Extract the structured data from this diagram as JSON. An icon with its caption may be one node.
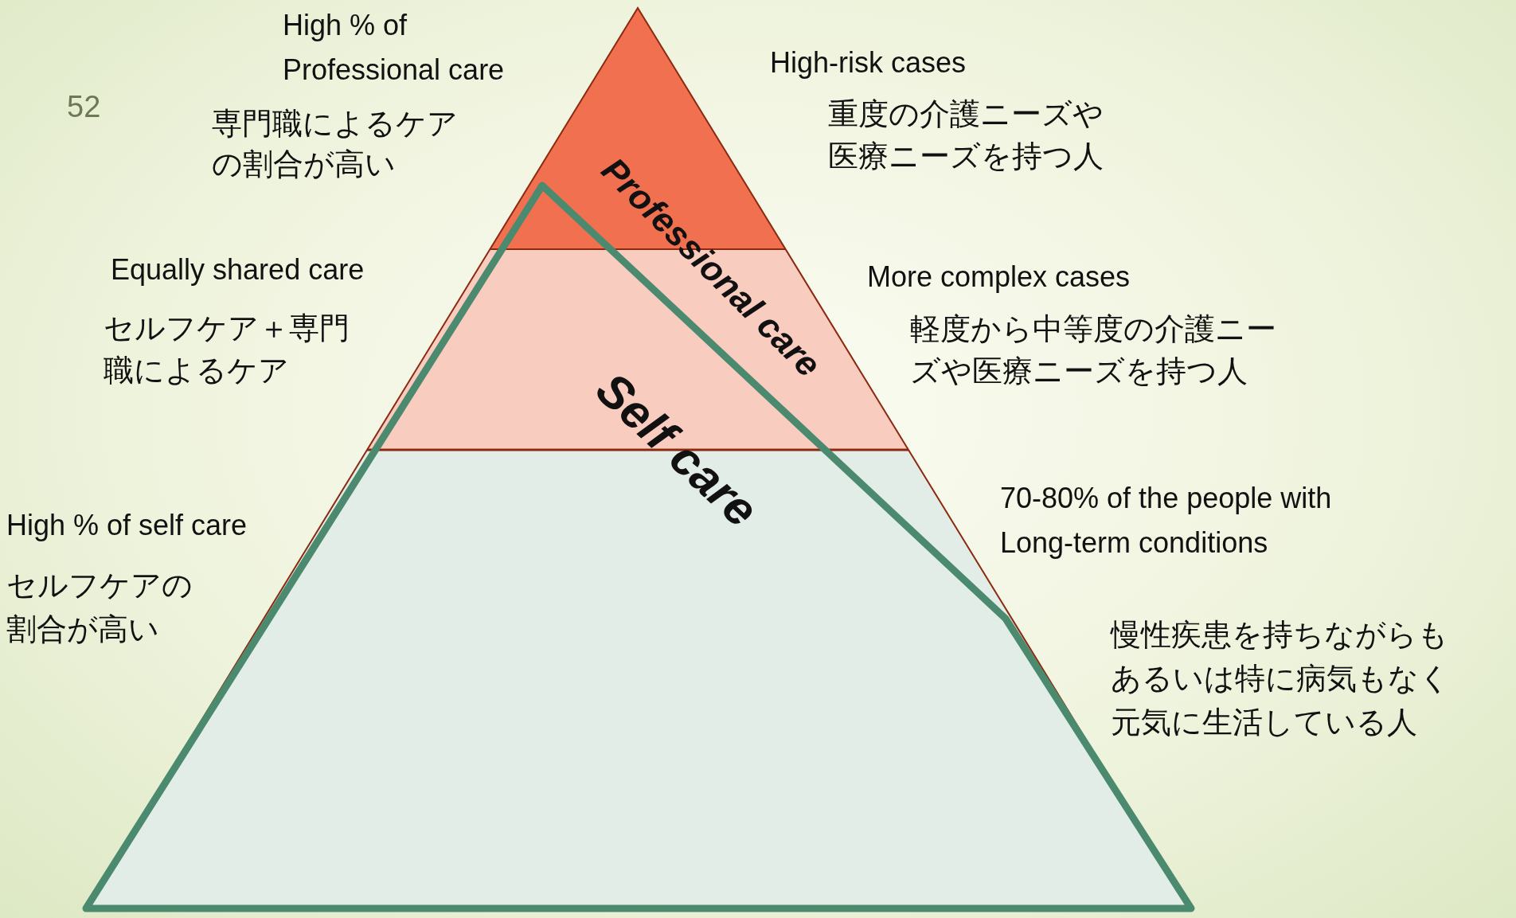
{
  "diagram": {
    "labels": [
      "High % of Professional care",
      "52",
      "High-risk cases",
      "専門職によるケアの割合が高い",
      "重度の介護ニーズや医療ニーズを持つ人",
      "Professional care",
      "Equally shared care",
      "More complex cases",
      "セルフケア＋専門職によるケア",
      "軽度から中等度の介護ニーズや医療ニーズを持つ人",
      "Self care",
      "70-80% of the people with Long-term conditions",
      "High % of self care",
      "セルフケアの割合が高い",
      "慢性疾患を持ちながらもあるいは特に病気もなく元気に生活している人"
    ]
  }
}
